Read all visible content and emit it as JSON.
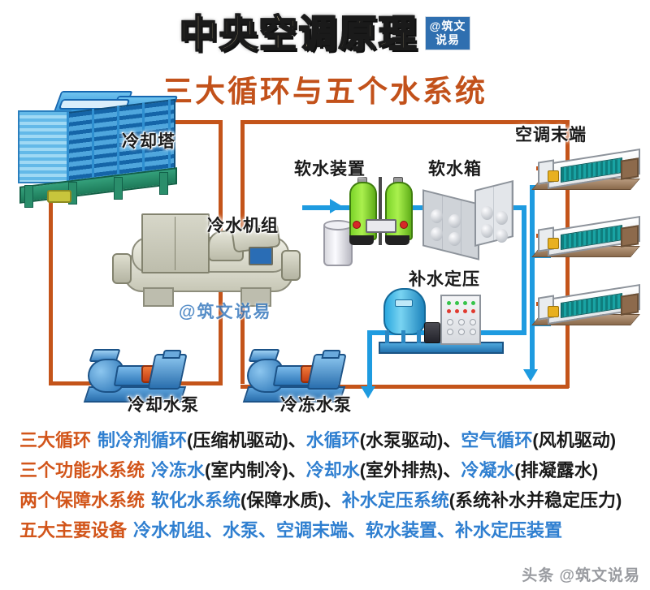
{
  "header": {
    "title": "中央空调原理",
    "badge_line1": "@筑文",
    "badge_line2": "说易",
    "subtitle": "三大循环与五个水系统"
  },
  "equipment": [
    {
      "id": "cooling-tower",
      "label": "冷却塔"
    },
    {
      "id": "chiller",
      "label": "冷水机组"
    },
    {
      "id": "softener",
      "label": "软水装置"
    },
    {
      "id": "soft-water-tank",
      "label": "软水箱"
    },
    {
      "id": "makeup-pressurization",
      "label": "补水定压"
    },
    {
      "id": "ahu-terminal",
      "label": "空调末端"
    },
    {
      "id": "cooling-water-pump",
      "label": "冷却水泵"
    },
    {
      "id": "chilled-water-pump",
      "label": "冷冻水泵"
    }
  ],
  "watermarks": {
    "chiller_overlay": "@筑文说易",
    "footer": "头条 @筑文说易"
  },
  "legend": [
    {
      "heading": "三大循环",
      "parts": [
        {
          "text": "制冷剂循环",
          "style": "key"
        },
        {
          "text": "(压缩机驱动)",
          "style": "plain"
        },
        {
          "text": "、",
          "style": "plain"
        },
        {
          "text": "水循环",
          "style": "key"
        },
        {
          "text": "(水泵驱动)",
          "style": "plain"
        },
        {
          "text": "、",
          "style": "plain"
        },
        {
          "text": "空气循环",
          "style": "key"
        },
        {
          "text": "(风机驱动)",
          "style": "plain"
        }
      ]
    },
    {
      "heading": "三个功能水系统",
      "parts": [
        {
          "text": "冷冻水",
          "style": "key"
        },
        {
          "text": "(室内制冷)",
          "style": "plain"
        },
        {
          "text": "、",
          "style": "plain"
        },
        {
          "text": "冷却水",
          "style": "key"
        },
        {
          "text": "(室外排热)",
          "style": "plain"
        },
        {
          "text": "、",
          "style": "plain"
        },
        {
          "text": "冷凝水",
          "style": "key"
        },
        {
          "text": "(排凝露水)",
          "style": "plain"
        }
      ]
    },
    {
      "heading": "两个保障水系统",
      "parts": [
        {
          "text": "软化水系统",
          "style": "key"
        },
        {
          "text": "(保障水质)",
          "style": "plain"
        },
        {
          "text": "、",
          "style": "plain"
        },
        {
          "text": "补水定压系统",
          "style": "key"
        },
        {
          "text": "(系统补水并稳定压力)",
          "style": "plain"
        }
      ]
    },
    {
      "heading": "五大主要设备",
      "parts": [
        {
          "text": "冷水机组、水泵、空调末端、软水装置、补水定压装置",
          "style": "key"
        }
      ]
    }
  ],
  "colors": {
    "pipe_cooling_orange": "#c4541a",
    "pipe_softwater_blue": "#1e9be0",
    "heading_orange": "#d2551a",
    "keyword_blue": "#2f7fd0",
    "title_fill": "#f6e3b0",
    "badge_blue": "#2f6fb0"
  }
}
